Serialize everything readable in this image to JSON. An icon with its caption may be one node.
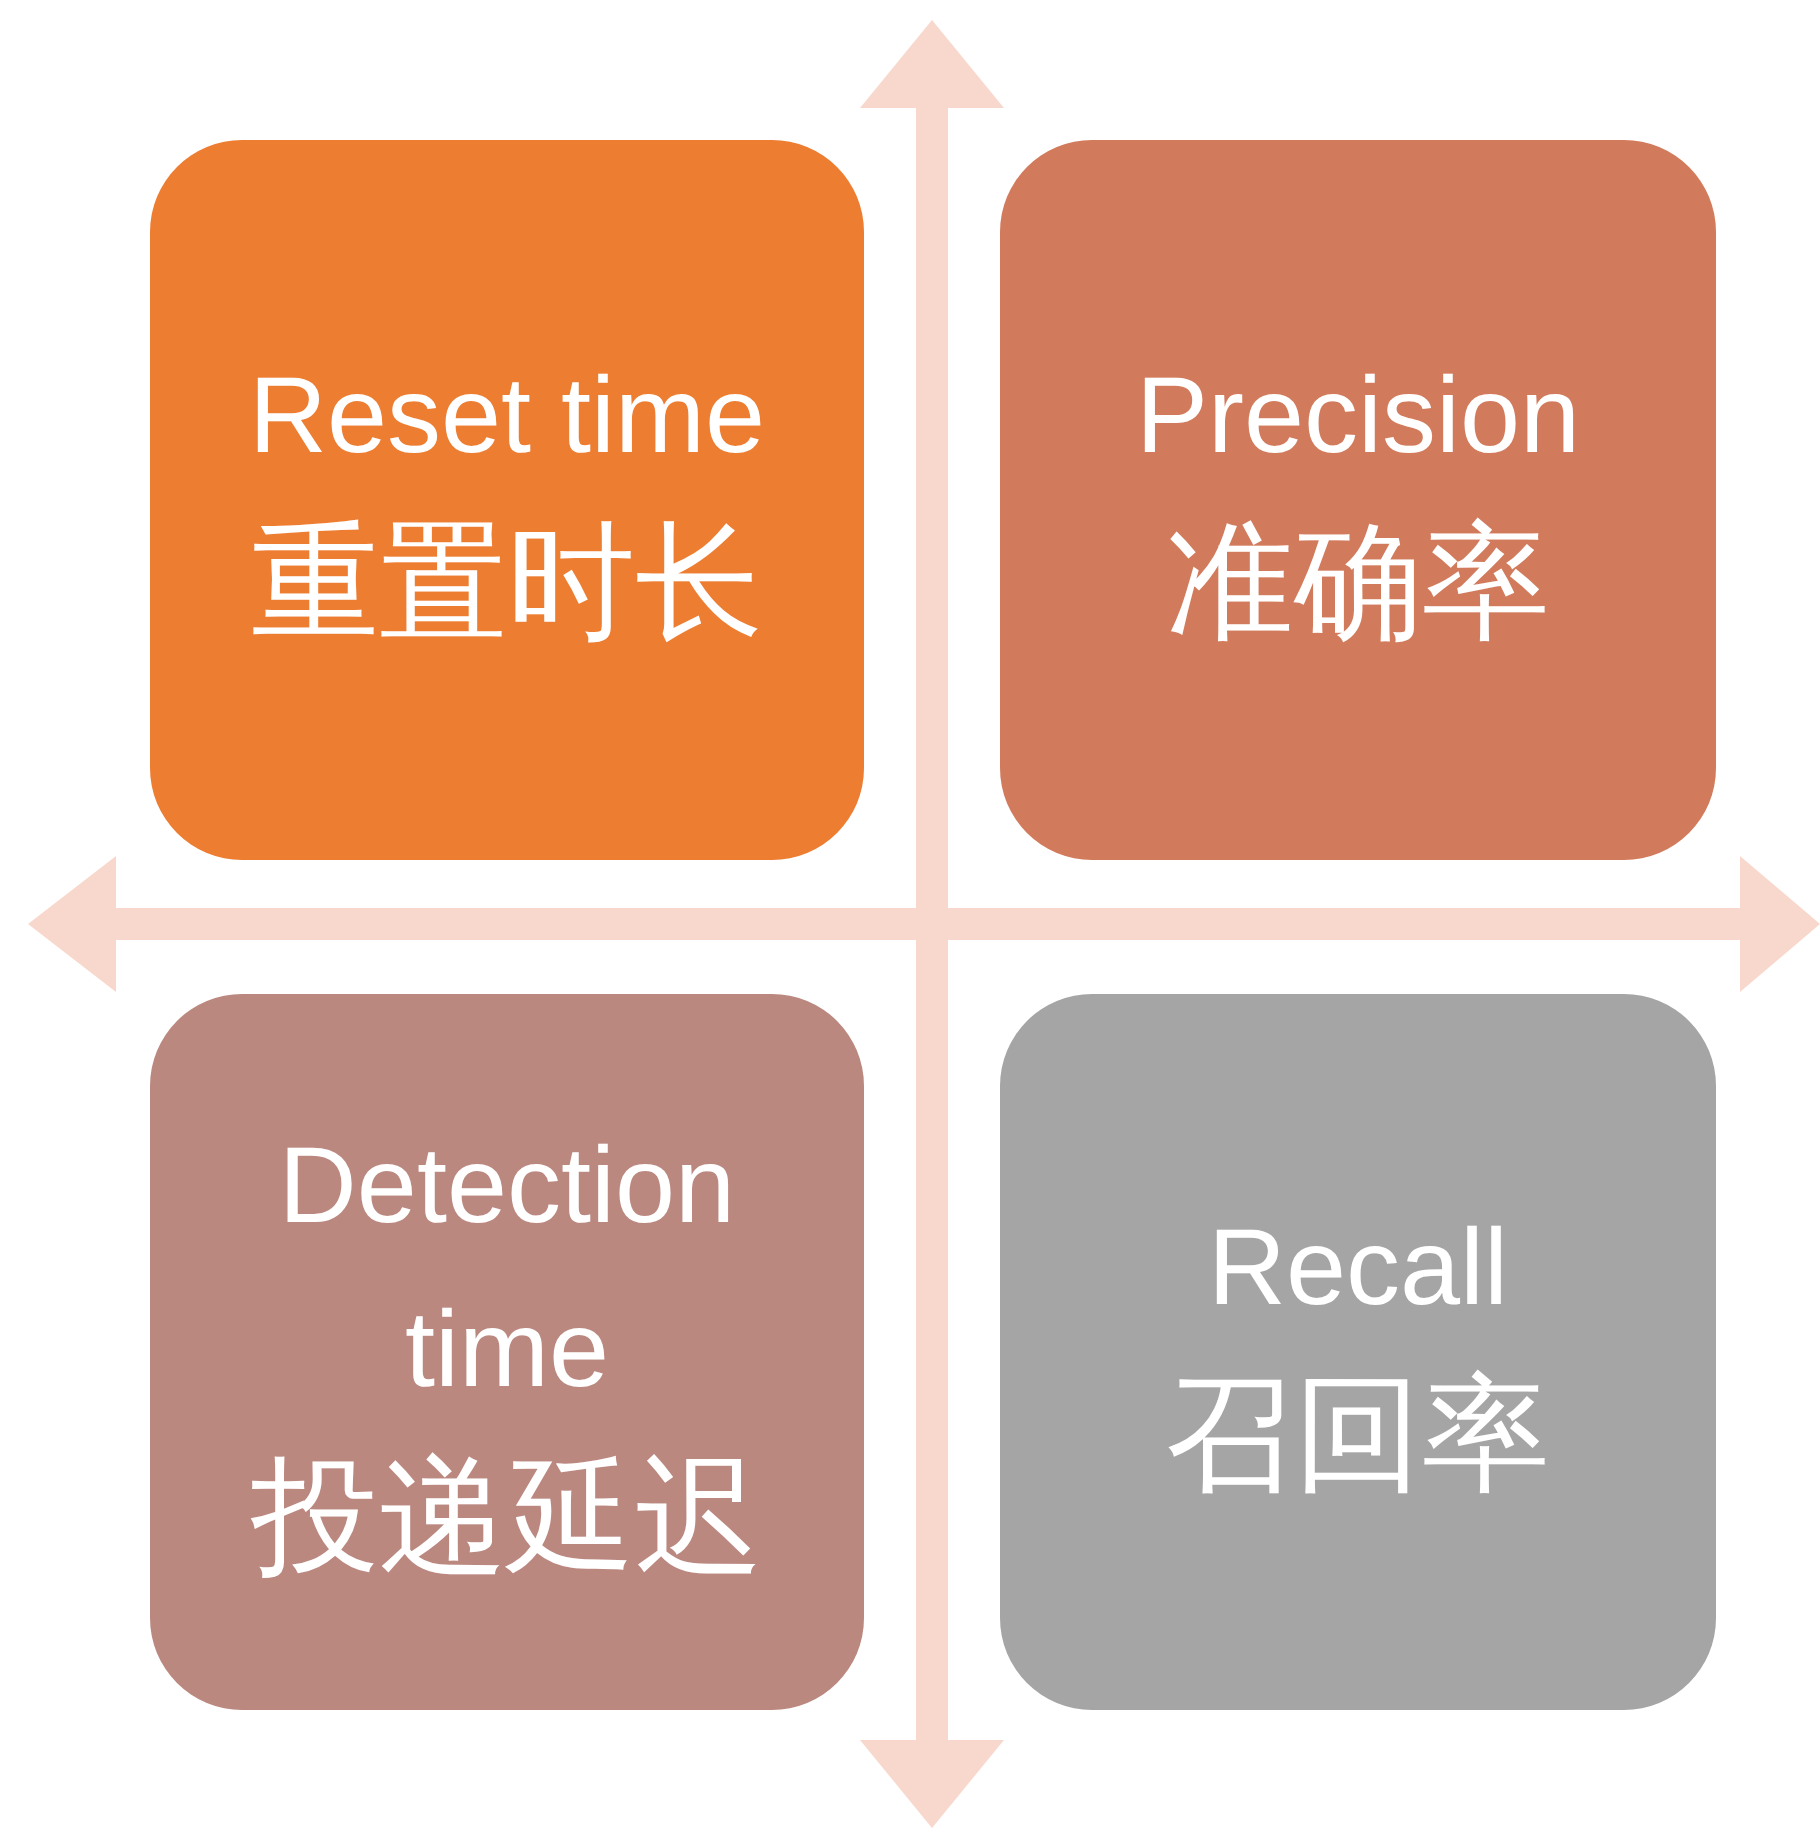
{
  "diagram": {
    "nodes": [
      {
        "text": [
          "Reset time",
          "重置时长"
        ]
      },
      {
        "text": [
          "Precision",
          "准确率"
        ]
      },
      {
        "text": [
          "Detection time",
          "投递延迟"
        ]
      },
      {
        "text": [
          "Recall",
          "召回率"
        ]
      }
    ]
  }
}
